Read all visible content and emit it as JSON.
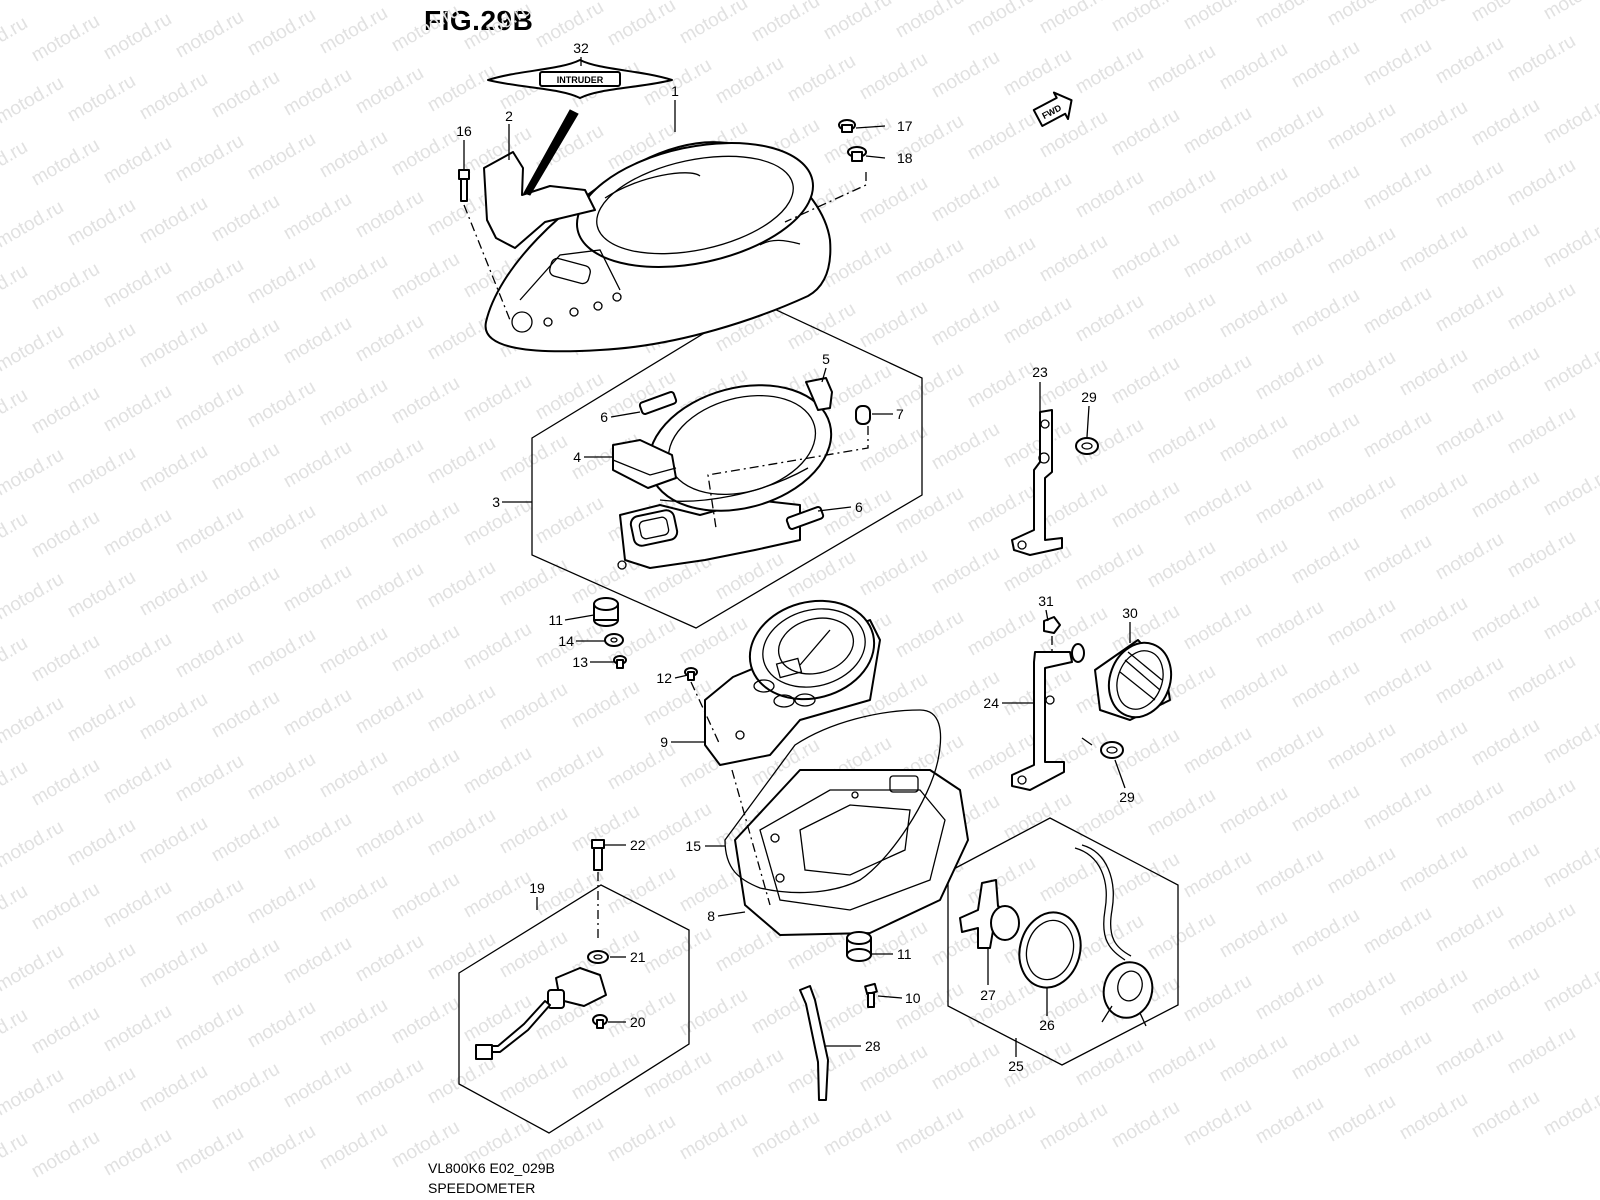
{
  "figure": {
    "title": "FIG.29B"
  },
  "watermark": {
    "text": "motod.ru"
  },
  "emblem_text": "INTRUDER",
  "fwd_text": "FWD",
  "footer": {
    "model_code": "VL800K6 E02_029B",
    "title": "SPEEDOMETER"
  },
  "parts": [
    {
      "id": "p1",
      "label": "1"
    },
    {
      "id": "p2",
      "label": "2"
    },
    {
      "id": "p3",
      "label": "3"
    },
    {
      "id": "p4",
      "label": "4"
    },
    {
      "id": "p5",
      "label": "5"
    },
    {
      "id": "p6a",
      "label": "6"
    },
    {
      "id": "p6b",
      "label": "6"
    },
    {
      "id": "p7",
      "label": "7"
    },
    {
      "id": "p8",
      "label": "8"
    },
    {
      "id": "p9",
      "label": "9"
    },
    {
      "id": "p10",
      "label": "10"
    },
    {
      "id": "p11a",
      "label": "11"
    },
    {
      "id": "p11b",
      "label": "11"
    },
    {
      "id": "p12",
      "label": "12"
    },
    {
      "id": "p13",
      "label": "13"
    },
    {
      "id": "p14",
      "label": "14"
    },
    {
      "id": "p15",
      "label": "15"
    },
    {
      "id": "p16",
      "label": "16"
    },
    {
      "id": "p17",
      "label": "17"
    },
    {
      "id": "p18",
      "label": "18"
    },
    {
      "id": "p19",
      "label": "19"
    },
    {
      "id": "p20",
      "label": "20"
    },
    {
      "id": "p21",
      "label": "21"
    },
    {
      "id": "p22",
      "label": "22"
    },
    {
      "id": "p23",
      "label": "23"
    },
    {
      "id": "p24",
      "label": "24"
    },
    {
      "id": "p25",
      "label": "25"
    },
    {
      "id": "p26",
      "label": "26"
    },
    {
      "id": "p27",
      "label": "27"
    },
    {
      "id": "p28",
      "label": "28"
    },
    {
      "id": "p29a",
      "label": "29"
    },
    {
      "id": "p29b",
      "label": "29"
    },
    {
      "id": "p30",
      "label": "30"
    },
    {
      "id": "p31",
      "label": "31"
    },
    {
      "id": "p32",
      "label": "32"
    }
  ]
}
